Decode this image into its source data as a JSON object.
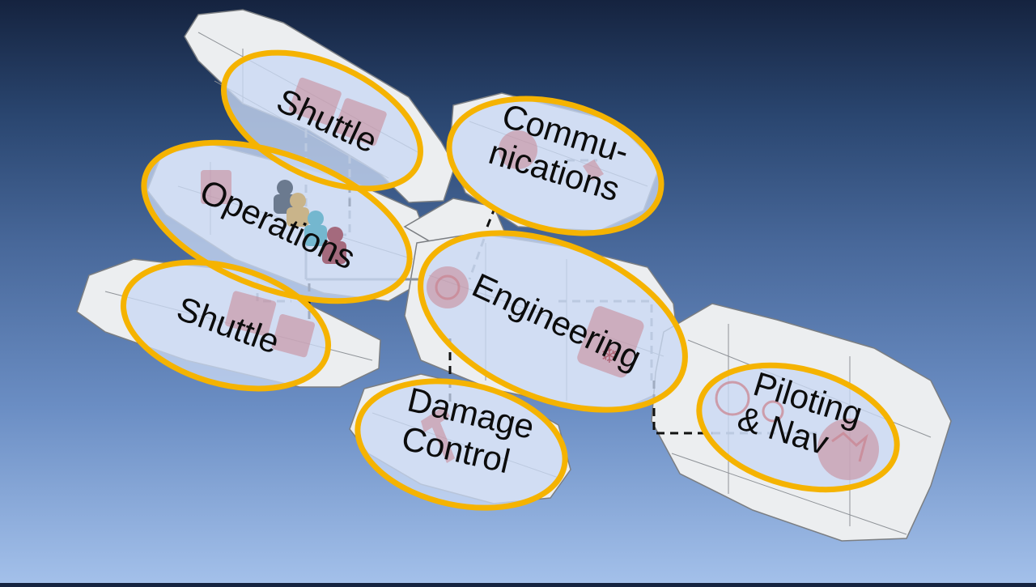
{
  "rooms": [
    {
      "id": "shuttle-top",
      "lines": [
        "Shuttle"
      ]
    },
    {
      "id": "communications",
      "lines": [
        "Commu-",
        "nications"
      ]
    },
    {
      "id": "operations",
      "lines": [
        "Operations"
      ]
    },
    {
      "id": "shuttle-bottom",
      "lines": [
        "Shuttle"
      ]
    },
    {
      "id": "engineering",
      "lines": [
        "Engineering"
      ]
    },
    {
      "id": "damage-control",
      "lines": [
        "Damage",
        "Control"
      ]
    },
    {
      "id": "piloting-nav",
      "lines": [
        "Piloting",
        "& Nav"
      ]
    }
  ],
  "colors": {
    "ring": "#f5b301",
    "room_fill": "#c9d9f4",
    "hull": "#eceef0",
    "background_top": "#15233f",
    "background_bottom": "#a3c0ea"
  },
  "icons": [
    "crew-meeple-icon",
    "gear-icon",
    "wrench-icon",
    "snowflake-icon",
    "constellation-icon",
    "compass-icon"
  ]
}
